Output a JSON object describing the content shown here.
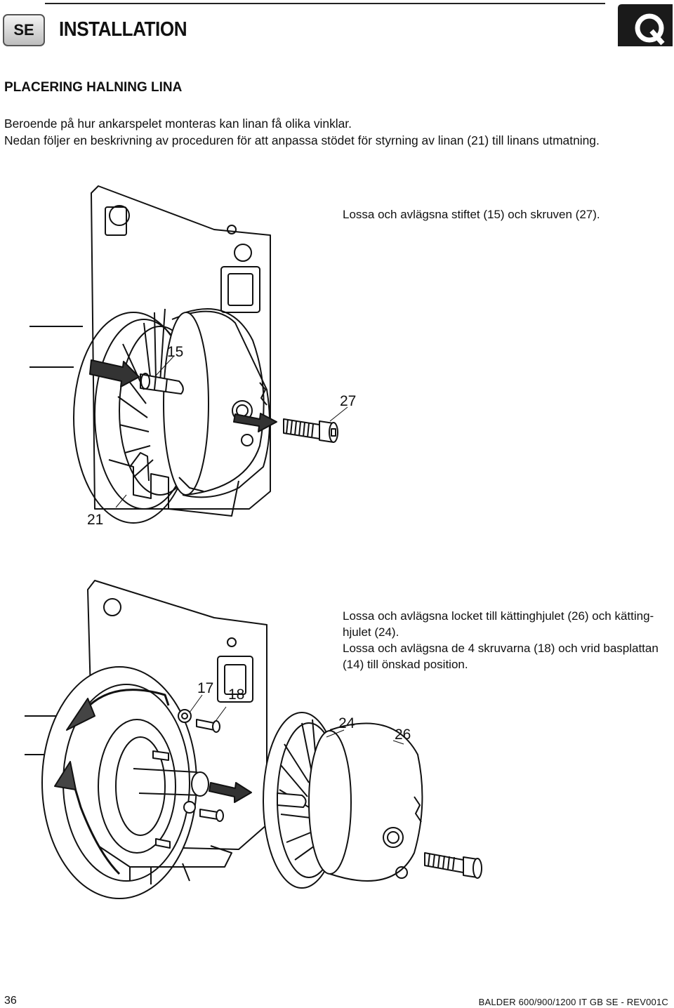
{
  "header": {
    "language_code": "SE",
    "title": "INSTALLATION"
  },
  "section": {
    "title": "PLACERING HALNING LINA",
    "intro": [
      "Beroende på hur ankarspelet monteras kan linan få olika vinklar.",
      "Nedan följer en beskrivning av proceduren för att anpassa stödet för styrning av linan (21) till linans utmatning."
    ]
  },
  "figure1": {
    "caption": "Lossa och avlägsna stiftet (15) och skruven (27).",
    "labels": {
      "pin": "15",
      "screw": "27",
      "line_guide": "21"
    }
  },
  "figure2": {
    "caption_lines": [
      "Lossa och avlägsna locket till kättinghjulet (26) och kätting-",
      "hjulet (24).",
      "Lossa och avlägsna de 4 skruvarna (18) och vrid basplattan",
      "(14) till önskad position."
    ],
    "labels": {
      "washer": "17",
      "screws": "18",
      "chainwheel": "24",
      "cover": "26"
    }
  },
  "footer": {
    "page_number": "36",
    "document_code": "BALDER 600/900/1200 IT GB SE - REV001C"
  }
}
